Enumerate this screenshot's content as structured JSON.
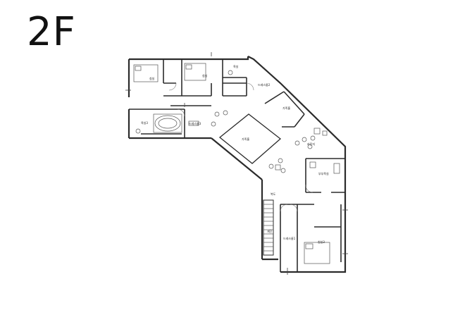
{
  "floor": {
    "label": "2F"
  },
  "rooms": [
    {
      "id": "bedroom-1",
      "label": "침실"
    },
    {
      "id": "bedroom-2",
      "label": "침실"
    },
    {
      "id": "bathroom-1",
      "label": "욕실"
    },
    {
      "id": "dressroom-2",
      "label": "드레스룸2"
    },
    {
      "id": "bath-3",
      "label": "욕실3"
    },
    {
      "id": "dressroom-3",
      "label": "드레스룸3"
    },
    {
      "id": "hall-upper",
      "label": "가족홀"
    },
    {
      "id": "courtyard",
      "label": "가족홀"
    },
    {
      "id": "lounge",
      "label": "라운지"
    },
    {
      "id": "master-bath",
      "label": "부부욕실"
    },
    {
      "id": "stair",
      "label": "계단"
    },
    {
      "id": "dressroom-1",
      "label": "드레스룸1"
    },
    {
      "id": "master-bedroom",
      "label": "침실3"
    },
    {
      "id": "corridor",
      "label": "복도"
    }
  ],
  "colors": {
    "wall": "#2b2b2b",
    "line": "#555555",
    "background": "#ffffff"
  }
}
